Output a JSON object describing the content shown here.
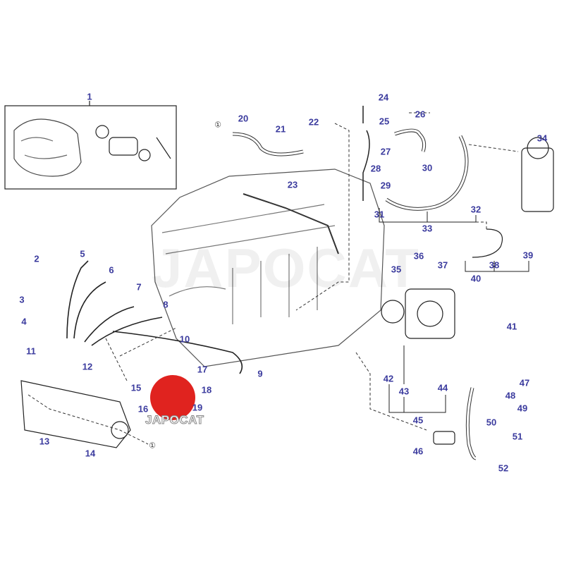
{
  "diagram": {
    "callouts": [
      "1",
      "2",
      "3",
      "4",
      "5",
      "6",
      "7",
      "8",
      "9",
      "10",
      "11",
      "12",
      "13",
      "14",
      "15",
      "16",
      "17",
      "18",
      "19",
      "20",
      "21",
      "22",
      "23",
      "24",
      "25",
      "26",
      "27",
      "28",
      "29",
      "30",
      "31",
      "32",
      "33",
      "34",
      "35",
      "36",
      "37",
      "38",
      "39",
      "40",
      "41",
      "42",
      "43",
      "44",
      "45",
      "46",
      "47",
      "48",
      "49",
      "50",
      "51",
      "52"
    ],
    "reference_marks": [
      "①",
      "①"
    ],
    "watermark": "JAPOCAT",
    "logo_text": "JAPOCAT",
    "label_color": "#3b3b9e",
    "logo_color": "#e0231f"
  }
}
